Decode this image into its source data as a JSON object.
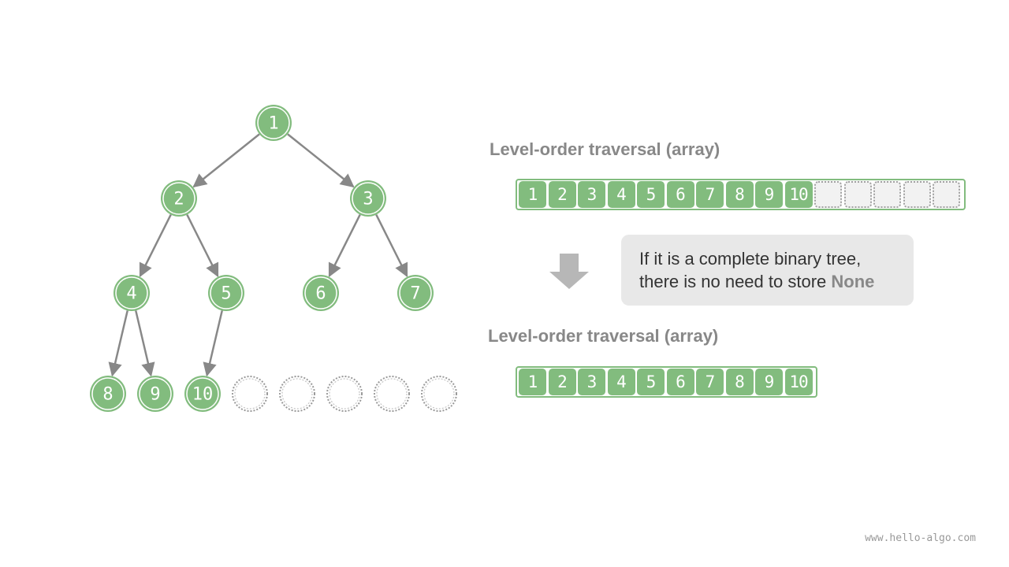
{
  "tree": {
    "nodes": [
      "1",
      "2",
      "3",
      "4",
      "5",
      "6",
      "7",
      "8",
      "9",
      "10"
    ],
    "empty_slot_count": 5,
    "colors": {
      "node_fill": "#82bc7e",
      "node_stroke": "#ffffff",
      "edge": "#888888",
      "empty_stroke": "#999999"
    }
  },
  "array_full": {
    "title": "Level-order traversal (array)",
    "cells": [
      "1",
      "2",
      "3",
      "4",
      "5",
      "6",
      "7",
      "8",
      "9",
      "10"
    ],
    "empty_cell_count": 5
  },
  "array_compact": {
    "title": "Level-order traversal (array)",
    "cells": [
      "1",
      "2",
      "3",
      "4",
      "5",
      "6",
      "7",
      "8",
      "9",
      "10"
    ]
  },
  "note": {
    "line1": "If it is a complete binary tree,",
    "line2_prefix": "there is no need to store ",
    "line2_highlight": "None"
  },
  "arrow_icon": "down-arrow-icon",
  "watermark": "www.hello-algo.com"
}
